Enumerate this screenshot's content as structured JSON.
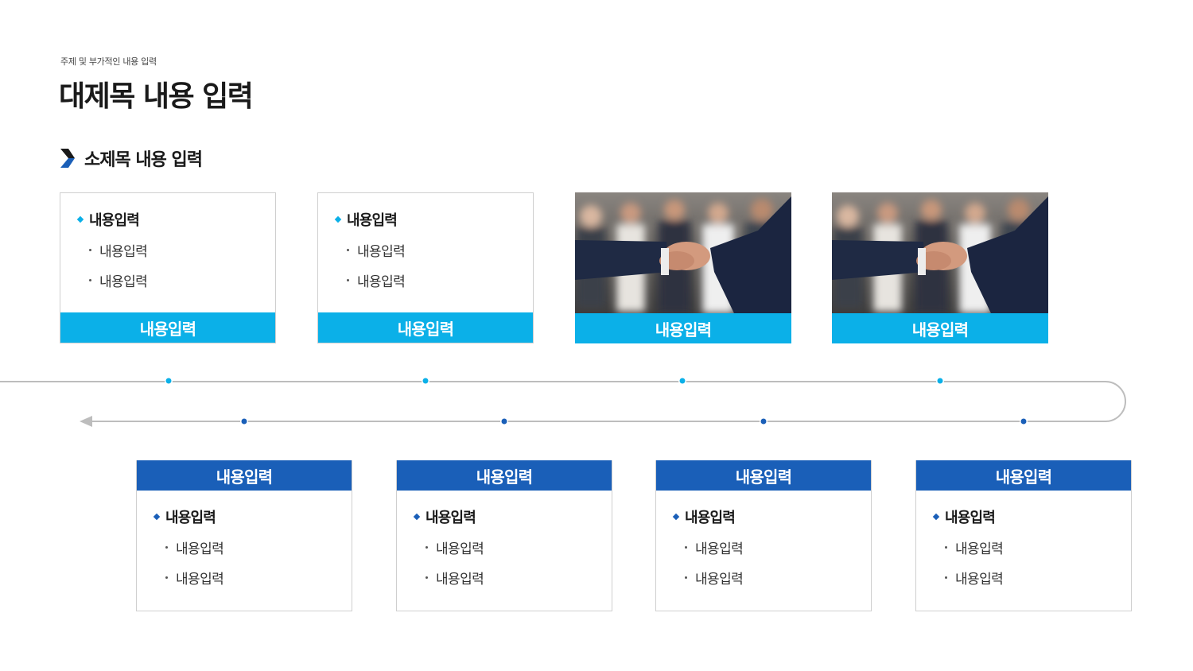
{
  "header": {
    "subtitle": "주제 및 부가적인 내용 입력",
    "title": "대제목 내용 입력"
  },
  "section": {
    "label": "소제목 내용 입력"
  },
  "top_cards": [
    {
      "type": "text",
      "head": "내용입력",
      "items": [
        "내용입력",
        "내용입력"
      ],
      "bar": "내용입력"
    },
    {
      "type": "text",
      "head": "내용입력",
      "items": [
        "내용입력",
        "내용입력"
      ],
      "bar": "내용입력"
    },
    {
      "type": "photo",
      "image": "handshake-photo",
      "bar": "내용입력"
    },
    {
      "type": "photo",
      "image": "handshake-photo",
      "bar": "내용입력"
    }
  ],
  "bottom_cards": [
    {
      "bar": "내용입력",
      "head": "내용입력",
      "items": [
        "내용입력",
        "내용입력"
      ]
    },
    {
      "bar": "내용입력",
      "head": "내용입력",
      "items": [
        "내용입력",
        "내용입력"
      ]
    },
    {
      "bar": "내용입력",
      "head": "내용입력",
      "items": [
        "내용입력",
        "내용입력"
      ]
    },
    {
      "bar": "내용입력",
      "head": "내용입력",
      "items": [
        "내용입력",
        "내용입력"
      ]
    }
  ],
  "colors": {
    "accent_light": "#0bb0e8",
    "accent_dark": "#1a5fb8",
    "line": "#bdbdbd"
  }
}
